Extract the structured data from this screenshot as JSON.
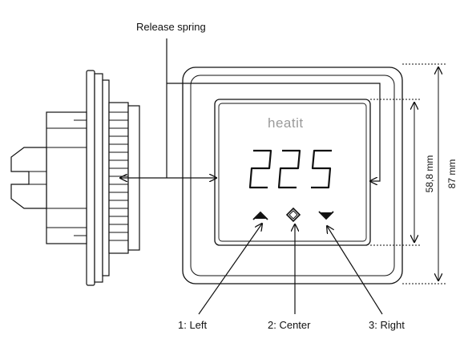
{
  "labels": {
    "release_spring": "Release spring",
    "left": "1: Left",
    "center": "2: Center",
    "right": "3: Right",
    "dim_inner": "58,8 mm",
    "dim_outer": "87 mm"
  },
  "display": {
    "brand": "heatit",
    "temperature": "225"
  },
  "icons": [
    "up-arrow-icon",
    "diamond-icon",
    "down-arrow-icon"
  ]
}
